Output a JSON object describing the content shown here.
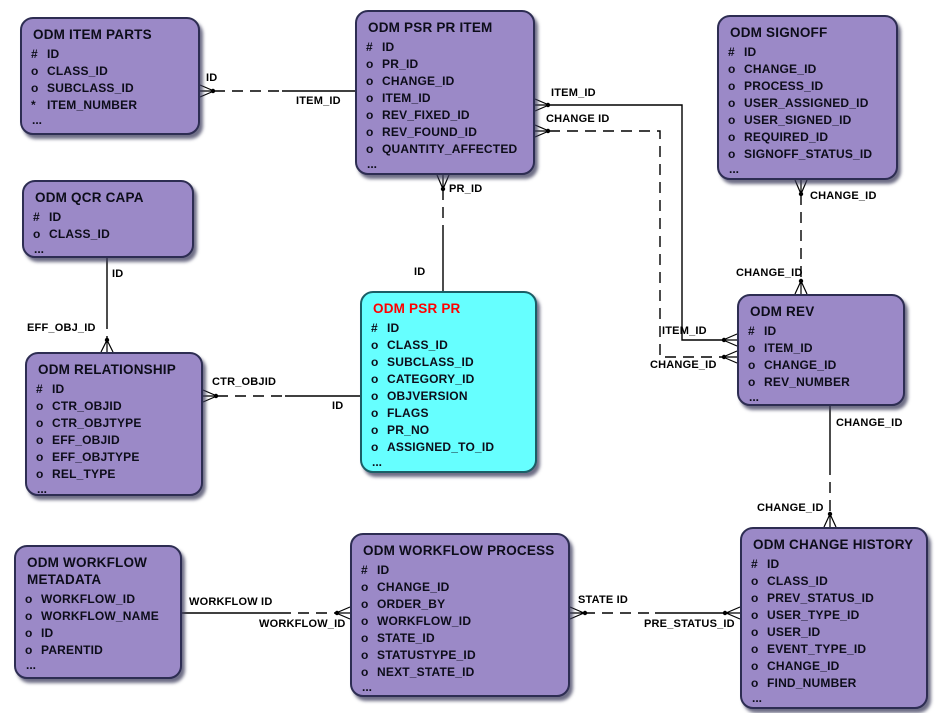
{
  "colors": {
    "entity_fill": "#9B89C7",
    "entity_border": "#2D2D52",
    "highlight_fill": "#66FFFF",
    "highlight_title": "#FF0000",
    "edge": "#000000"
  },
  "entities": [
    {
      "title": "ODM ITEM PARTS",
      "more": "...",
      "attrs": [
        {
          "k": "#",
          "v": "ID"
        },
        {
          "k": "o",
          "v": "CLASS_ID"
        },
        {
          "k": "o",
          "v": "SUBCLASS_ID"
        },
        {
          "k": "*",
          "v": "ITEM_NUMBER"
        }
      ]
    },
    {
      "title": "ODM PSR PR ITEM",
      "more": "...",
      "attrs": [
        {
          "k": "#",
          "v": "ID"
        },
        {
          "k": "o",
          "v": "PR_ID"
        },
        {
          "k": "o",
          "v": "CHANGE_ID"
        },
        {
          "k": "o",
          "v": "ITEM_ID"
        },
        {
          "k": "o",
          "v": "REV_FIXED_ID"
        },
        {
          "k": "o",
          "v": "REV_FOUND_ID"
        },
        {
          "k": "o",
          "v": "QUANTITY_AFFECTED"
        }
      ]
    },
    {
      "title": "ODM SIGNOFF",
      "more": "...",
      "attrs": [
        {
          "k": "#",
          "v": "ID"
        },
        {
          "k": "o",
          "v": "CHANGE_ID"
        },
        {
          "k": "o",
          "v": "PROCESS_ID"
        },
        {
          "k": "o",
          "v": "USER_ASSIGNED_ID"
        },
        {
          "k": "o",
          "v": "USER_SIGNED_ID"
        },
        {
          "k": "o",
          "v": "REQUIRED_ID"
        },
        {
          "k": "o",
          "v": "SIGNOFF_STATUS_ID"
        }
      ]
    },
    {
      "title": "ODM QCR CAPA",
      "more": "...",
      "attrs": [
        {
          "k": "#",
          "v": "ID"
        },
        {
          "k": "o",
          "v": "CLASS_ID"
        }
      ]
    },
    {
      "title": "ODM PSR PR",
      "more": "...",
      "attrs": [
        {
          "k": "#",
          "v": "ID"
        },
        {
          "k": "o",
          "v": "CLASS_ID"
        },
        {
          "k": "o",
          "v": "SUBCLASS_ID"
        },
        {
          "k": "o",
          "v": "CATEGORY_ID"
        },
        {
          "k": "o",
          "v": "OBJVERSION"
        },
        {
          "k": "o",
          "v": "FLAGS"
        },
        {
          "k": "o",
          "v": "PR_NO"
        },
        {
          "k": "o",
          "v": "ASSIGNED_TO_ID"
        }
      ]
    },
    {
      "title": "ODM REV",
      "more": "...",
      "attrs": [
        {
          "k": "#",
          "v": "ID"
        },
        {
          "k": "o",
          "v": "ITEM_ID"
        },
        {
          "k": "o",
          "v": "CHANGE_ID"
        },
        {
          "k": "o",
          "v": "REV_NUMBER"
        }
      ]
    },
    {
      "title": "ODM RELATIONSHIP",
      "more": "...",
      "attrs": [
        {
          "k": "#",
          "v": "ID"
        },
        {
          "k": "o",
          "v": "CTR_OBJID"
        },
        {
          "k": "o",
          "v": "CTR_OBJTYPE"
        },
        {
          "k": "o",
          "v": "EFF_OBJID"
        },
        {
          "k": "o",
          "v": "EFF_OBJTYPE"
        },
        {
          "k": "o",
          "v": "REL_TYPE"
        }
      ]
    },
    {
      "title": "ODM WORKFLOW METADATA",
      "more": "...",
      "attrs": [
        {
          "k": "o",
          "v": "WORKFLOW_ID"
        },
        {
          "k": "o",
          "v": "WORKFLOW_NAME"
        },
        {
          "k": "o",
          "v": "ID"
        },
        {
          "k": "o",
          "v": "PARENTID"
        }
      ]
    },
    {
      "title": "ODM WORKFLOW PROCESS",
      "more": "...",
      "attrs": [
        {
          "k": "#",
          "v": "ID"
        },
        {
          "k": "o",
          "v": "CHANGE_ID"
        },
        {
          "k": "o",
          "v": "ORDER_BY"
        },
        {
          "k": "o",
          "v": "WORKFLOW_ID"
        },
        {
          "k": "o",
          "v": "STATE_ID"
        },
        {
          "k": "o",
          "v": "STATUSTYPE_ID"
        },
        {
          "k": "o",
          "v": "NEXT_STATE_ID"
        }
      ]
    },
    {
      "title": "ODM CHANGE HISTORY",
      "more": "...",
      "attrs": [
        {
          "k": "#",
          "v": "ID"
        },
        {
          "k": "o",
          "v": "CLASS_ID"
        },
        {
          "k": "o",
          "v": "PREV_STATUS_ID"
        },
        {
          "k": "o",
          "v": "USER_TYPE_ID"
        },
        {
          "k": "o",
          "v": "USER_ID"
        },
        {
          "k": "o",
          "v": "EVENT_TYPE_ID"
        },
        {
          "k": "o",
          "v": "CHANGE_ID"
        },
        {
          "k": "o",
          "v": "FIND_NUMBER"
        }
      ]
    }
  ],
  "edge_labels": {
    "itemparts_id": "ID",
    "itemparts_item_id": "ITEM_ID",
    "psrpritem_item_id": "ITEM_ID",
    "psrpritem_change_id": "CHANGE ID",
    "rev_item_id": "ITEM_ID",
    "rev_change_id_left": "CHANGE_ID",
    "signoff_change_id": "CHANGE_ID",
    "rev_change_id_top": "CHANGE_ID",
    "pr_id": "PR_ID",
    "psrpr_id_top": "ID",
    "qcrcapa_id": "ID",
    "eff_obj_id": "EFF_OBJ_ID",
    "ctr_objid": "CTR_OBJID",
    "psrpr_id_left": "ID",
    "rev_change_id_bottom": "CHANGE_ID",
    "changehistory_change_id": "CHANGE_ID",
    "workflow_id_left": "WORKFLOW ID",
    "workflow_id_right": "WORKFLOW_ID",
    "state_id": "STATE ID",
    "pre_status_id": "PRE_STATUS_ID"
  }
}
